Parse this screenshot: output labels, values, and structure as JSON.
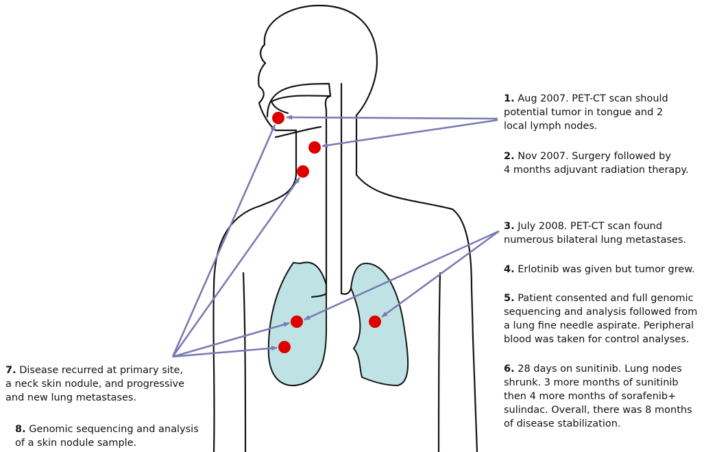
{
  "colors": {
    "outline": "#111111",
    "lung_fill": "#bfe3e5",
    "tumor": "#dd0000",
    "arrow": "#7a7ab4"
  },
  "notes": [
    {
      "num": "1.",
      "lines": [
        "Aug 2007. PET-CT scan should",
        "potential tumor in tongue and 2",
        "local lymph nodes."
      ]
    },
    {
      "num": "2.",
      "lines": [
        "Nov 2007. Surgery followed by",
        "4 months adjuvant radiation therapy."
      ]
    },
    {
      "num": "3.",
      "lines": [
        "July 2008. PET-CT scan found",
        "numerous bilateral lung metastases."
      ]
    },
    {
      "num": "4.",
      "lines": [
        "Erlotinib was given but tumor grew."
      ]
    },
    {
      "num": "5.",
      "lines": [
        "Patient consented and full genomic",
        "sequencing and analysis followed from",
        "a lung fine needle aspirate. Peripheral",
        "blood was taken for control analyses."
      ]
    },
    {
      "num": "6.",
      "lines": [
        "28 days on sunitinib. Lung nodes",
        "shrunk. 3 more months of sunitinib",
        "then 4 more months of sorafenib+",
        "sulindac. Overall, there was 8 months",
        "of disease stabilization."
      ]
    },
    {
      "num": "7.",
      "lines": [
        "Disease recurred at primary site,",
        "a neck skin nodule, and progressive",
        "and new lung metastases."
      ]
    },
    {
      "num": "8.",
      "lines": [
        "Genomic sequencing and analysis",
        "of a skin nodule sample."
      ]
    }
  ]
}
